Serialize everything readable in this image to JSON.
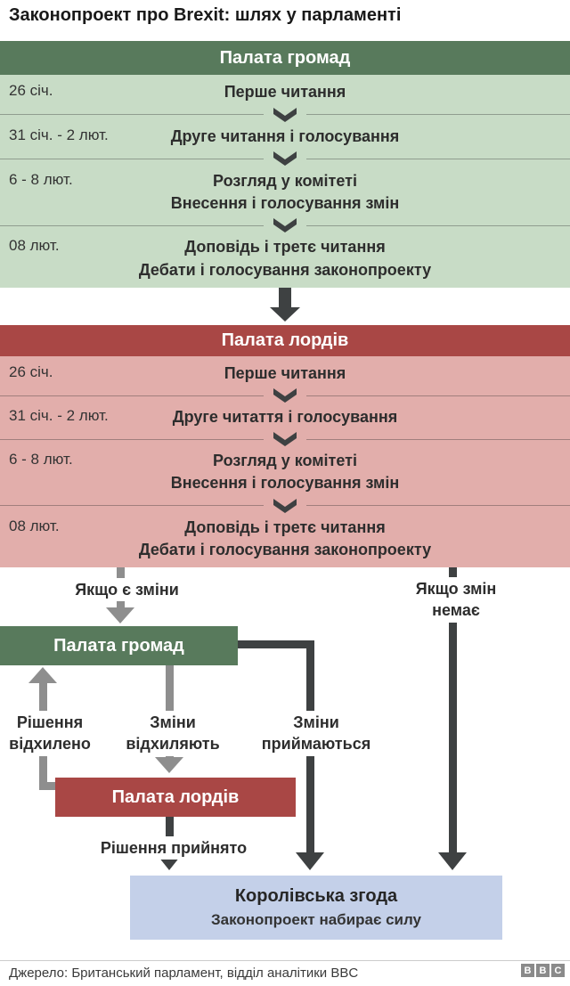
{
  "title": "Законопроект про Brexit: шлях у парламенті",
  "colors": {
    "commons_header": "#587a5c",
    "commons_body": "#c8dcc6",
    "lords_header": "#a94745",
    "lords_body": "#e2aeab",
    "royal_box": "#c4d0e9",
    "arrow_dark": "#3e4142",
    "arrow_gray": "#8e8e8e"
  },
  "commons": {
    "header": "Палата громад",
    "rows": [
      {
        "date": "26 січ.",
        "line1": "Перше читання"
      },
      {
        "date": "31 січ. - 2 лют.",
        "line1": "Друге читання і голосування"
      },
      {
        "date": "6 - 8 лют.",
        "line1": "Розгляд у комітеті",
        "line2": "Внесення і голосування змін"
      },
      {
        "date": "08 лют.",
        "line1": "Доповідь і третє читання",
        "line2": "Дебати і голосування законопроекту"
      }
    ]
  },
  "lords": {
    "header": "Палата лордів",
    "rows": [
      {
        "date": "26 січ.",
        "line1": "Перше читання"
      },
      {
        "date": "31 січ. - 2 лют.",
        "line1": "Друге читаття і голосування"
      },
      {
        "date": "6 - 8 лют.",
        "line1": "Розгляд у комітеті",
        "line2": "Внесення і голосування змін"
      },
      {
        "date": "08 лют.",
        "line1": "Доповідь і третє читання",
        "line2": "Дебати і голосування законопроекту"
      }
    ]
  },
  "flow": {
    "if_changes": "Якщо є зміни",
    "if_no_changes_1": "Якщо змін",
    "if_no_changes_2": "немає",
    "commons_box": "Палата громад",
    "lords_box": "Палата лордів",
    "rejected_1": "Рішення",
    "rejected_2": "відхилено",
    "amendments_rejected_1": "Зміни",
    "amendments_rejected_2": "відхиляють",
    "amendments_accepted_1": "Зміни",
    "amendments_accepted_2": "приймаються",
    "decision_accepted": "Рішення прийнято",
    "royal_title": "Королівська згода",
    "royal_subtitle": "Законопроект набирає силу"
  },
  "footer": {
    "source": "Джерело: Британський парламент, відділ аналітики BBC",
    "logo": [
      "B",
      "B",
      "C"
    ]
  }
}
